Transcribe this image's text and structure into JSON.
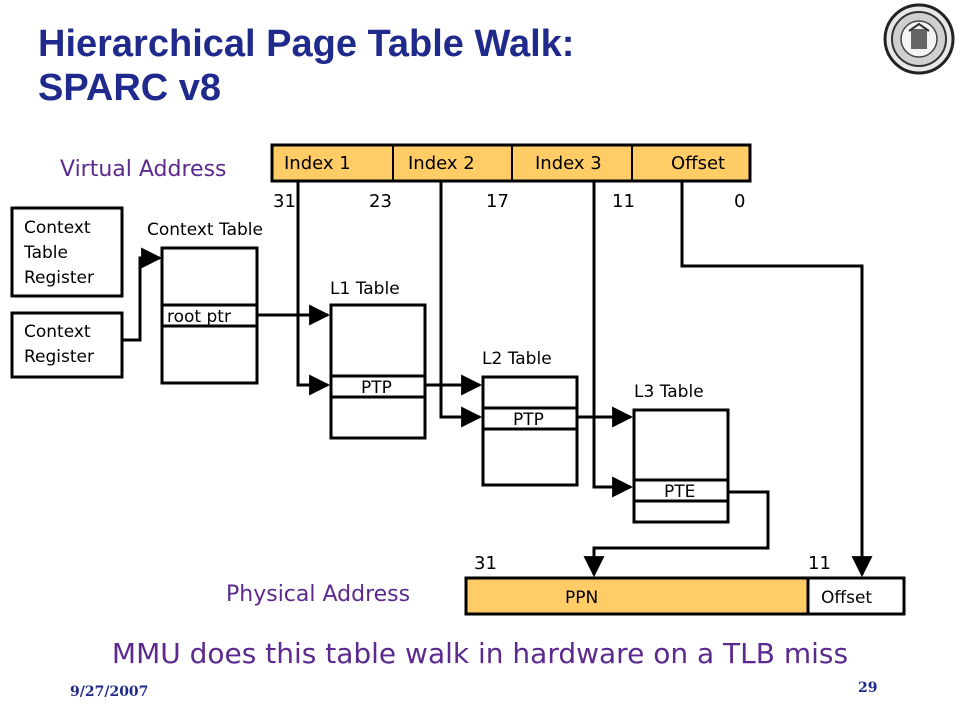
{
  "title": {
    "line1": "Hierarchical Page Table Walk:",
    "line2": "SPARC v8"
  },
  "virtual_address": {
    "label": "Virtual Address",
    "fields": [
      "Index 1",
      "Index 2",
      "Index 3",
      "Offset"
    ],
    "bits": [
      "31",
      "23",
      "17",
      "11",
      "0"
    ]
  },
  "registers": {
    "context_table_register": [
      "Context",
      "Table",
      "Register"
    ],
    "context_register": [
      "Context",
      "Register"
    ]
  },
  "tables": {
    "context_table": {
      "label": "Context Table",
      "entry": "root ptr"
    },
    "l1": {
      "label": "L1 Table",
      "entry": "PTP"
    },
    "l2": {
      "label": "L2 Table",
      "entry": "PTP"
    },
    "l3": {
      "label": "L3 Table",
      "entry": "PTE"
    }
  },
  "physical_address": {
    "label": "Physical Address",
    "fields": [
      "PPN",
      "Offset"
    ],
    "bits": [
      "31",
      "11"
    ]
  },
  "note": "MMU does this table walk in hardware on a TLB miss",
  "footer": {
    "date": "9/27/2007",
    "page": "29"
  },
  "colors": {
    "field_fill": "#ffcc66",
    "title": "#1f2a8c",
    "label": "#5c2a8e"
  }
}
